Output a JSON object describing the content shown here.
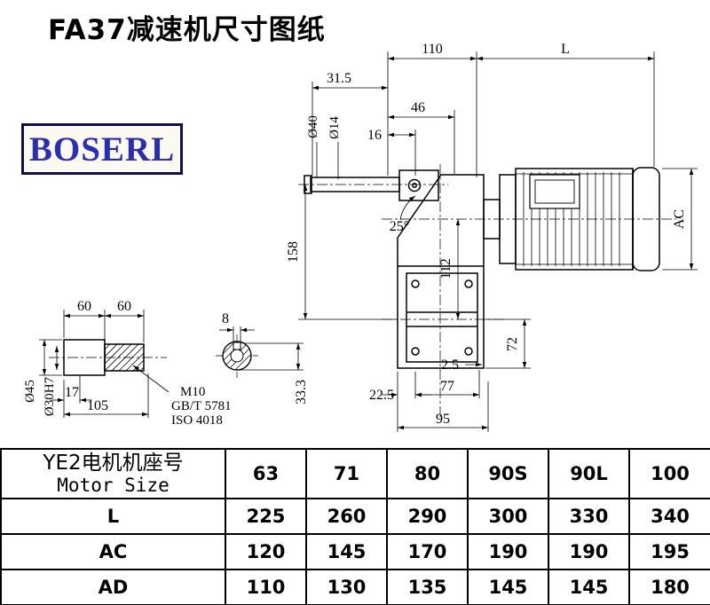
{
  "page": {
    "title": "FA37减速机尺寸图纸",
    "background": "#ffffff"
  },
  "logo": {
    "text": "BOSERL",
    "text_color": "#2a2fae",
    "border_color": "#10104f"
  },
  "main_view": {
    "dims": {
      "top_width": "110",
      "motor_length": "L",
      "d31_5": "31.5",
      "d46": "46",
      "d16": "16",
      "dia40": "Ø40",
      "dia14": "Ø14",
      "angle": "25°",
      "d158": "158",
      "d112": "112",
      "motor_dia": "AC",
      "d72": "72",
      "d2_5": "2.5",
      "d22_5": "22.5",
      "d77": "77",
      "d95": "95"
    }
  },
  "shaft_view": {
    "dims": {
      "d60a": "60",
      "d60b": "60",
      "d8": "8",
      "dia45": "Ø45",
      "dia30h7": "Ø30H7",
      "d17": "17",
      "d105": "105",
      "thread": "M10",
      "std1": "GB/T 5781",
      "std2": "ISO 4018",
      "d33_3": "33.3"
    }
  },
  "table": {
    "header": {
      "line1": "YE2电机机座号",
      "line2": "Motor Size"
    },
    "columns": [
      "63",
      "71",
      "80",
      "90S",
      "90L",
      "100"
    ],
    "rows": [
      {
        "label": "L",
        "values": [
          "225",
          "260",
          "290",
          "300",
          "330",
          "340"
        ]
      },
      {
        "label": "AC",
        "values": [
          "120",
          "145",
          "170",
          "190",
          "190",
          "195"
        ]
      },
      {
        "label": "AD",
        "values": [
          "110",
          "130",
          "135",
          "145",
          "145",
          "180"
        ]
      }
    ]
  }
}
